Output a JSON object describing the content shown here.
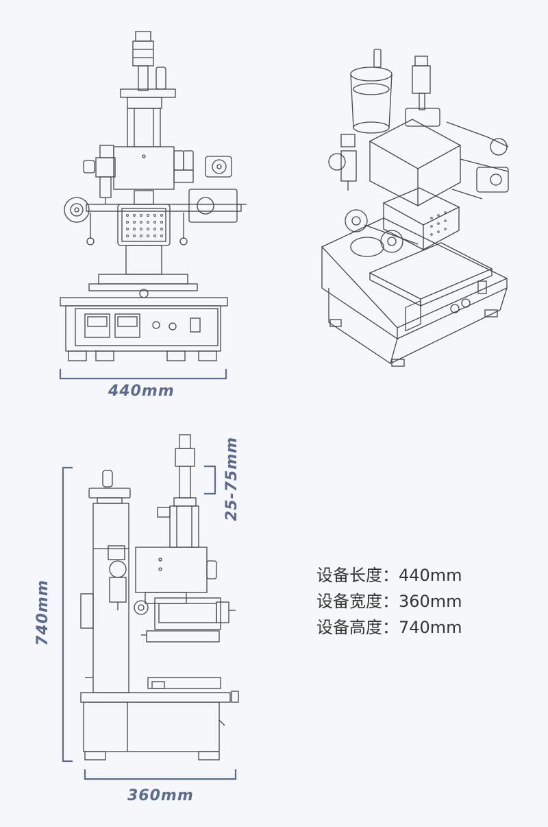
{
  "dimensions": {
    "front_length": "440mm",
    "side_height": "740mm",
    "side_width": "360mm",
    "stroke": "25-75mm"
  },
  "specs": [
    {
      "text": "设备长度：440mm"
    },
    {
      "text": "设备宽度：360mm"
    },
    {
      "text": "设备高度：740mm"
    }
  ],
  "colors": {
    "background": "#f5f7fb",
    "line_art": "#444444",
    "dimension": "#5a6b8e",
    "text": "#333333"
  }
}
